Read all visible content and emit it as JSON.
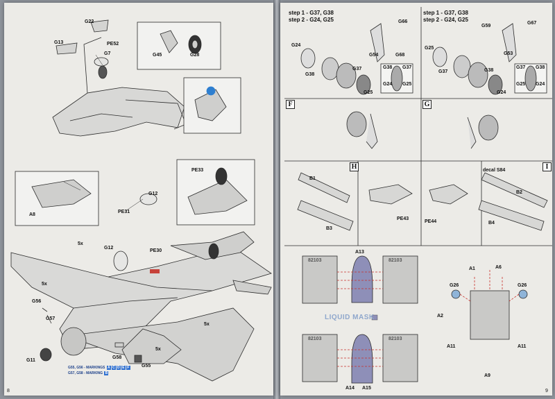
{
  "left_page": {
    "page_number": "8",
    "labels": [
      "G22",
      "G13",
      "PE52",
      "G7",
      "G45",
      "G28",
      "A8",
      "G12",
      "PE31",
      "PE33",
      "5x",
      "G12",
      "PE30",
      "5x",
      "G56",
      "G57",
      "5x",
      "G11",
      "G58",
      "G55",
      "5x"
    ],
    "markings_legend": {
      "row1_text": "G55, G56 - MARKINGS",
      "row1_boxes": [
        "A",
        "C",
        "D",
        "E",
        "F"
      ],
      "row2_text": "G57, G58 - MARKING",
      "row2_boxes": [
        "B"
      ]
    }
  },
  "right_page": {
    "page_number": "9",
    "step_block_1": {
      "line1": "step 1 - G37, G38",
      "line2": "step 2 - G24, G25"
    },
    "step_block_2": {
      "line1": "step 1 - G37, G38",
      "line2": "step 2 - G24, G25"
    },
    "top_left_labels": [
      "G66",
      "G24",
      "G54",
      "G68",
      "G38",
      "G37",
      "G25",
      "G38",
      "G37",
      "G24",
      "G25"
    ],
    "top_right_labels": [
      "G59",
      "G67",
      "G25",
      "G53",
      "G37",
      "G38",
      "G24",
      "G37",
      "G38",
      "G25",
      "G24"
    ],
    "sections": {
      "f": "F",
      "g": "G",
      "h": "H",
      "i": "I"
    },
    "h_labels": [
      "B1",
      "B3",
      "PE43"
    ],
    "i_labels": [
      "decal S84",
      "B2",
      "B4",
      "PE44"
    ],
    "mask_labels": [
      "A13",
      "A14",
      "A15"
    ],
    "fret_labels": [
      "82103",
      "82103",
      "82103",
      "82103"
    ],
    "liquid_mask": "LIQUID MASK",
    "canopy_labels": [
      "A1",
      "A6",
      "G26",
      "G26",
      "A2",
      "A11",
      "A11",
      "A9"
    ]
  }
}
